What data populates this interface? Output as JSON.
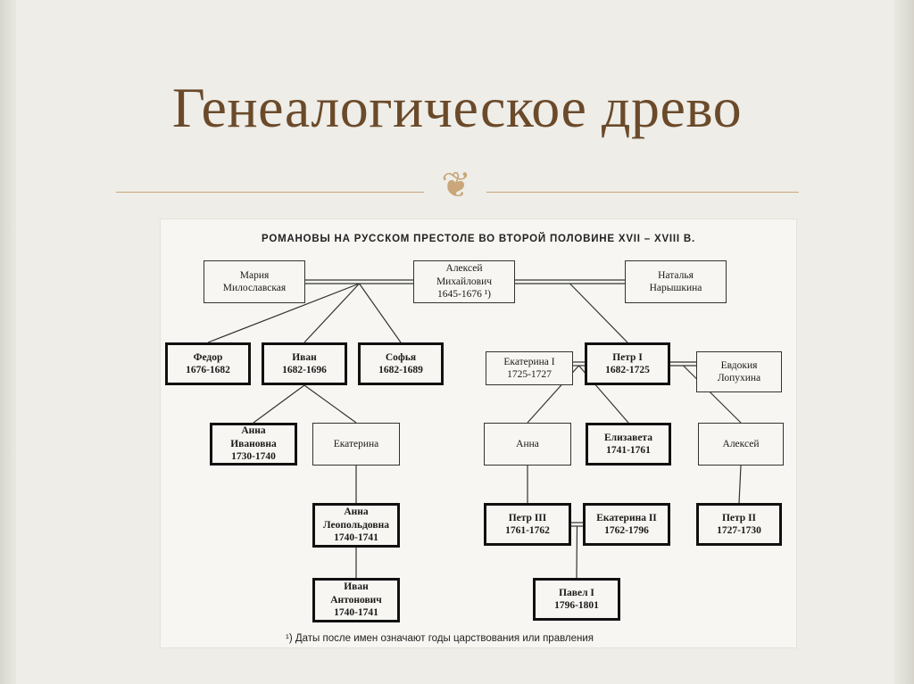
{
  "slide": {
    "title": "Генеалогическое древо",
    "ornament": "❦"
  },
  "figure": {
    "heading": "РОМАНОВЫ НА РУССКОМ ПРЕСТОЛЕ ВО ВТОРОЙ ПОЛОВИНЕ XVII – XVIII В.",
    "footnote": "¹) Даты после имен означают годы царствования или правления"
  },
  "nodes": [
    {
      "id": "maria",
      "lines": [
        "Мария",
        "Милославская"
      ],
      "reigned": false
    },
    {
      "id": "aleksei",
      "lines": [
        "Алексей",
        "Михайлович",
        "1645-1676 ¹)"
      ],
      "reigned": false
    },
    {
      "id": "natalia",
      "lines": [
        "Наталья",
        "Нарышкина"
      ],
      "reigned": false
    },
    {
      "id": "fedor",
      "lines": [
        "Федор",
        "1676-1682"
      ],
      "reigned": true
    },
    {
      "id": "ivan",
      "lines": [
        "Иван",
        "1682-1696"
      ],
      "reigned": true
    },
    {
      "id": "sofia",
      "lines": [
        "Софья",
        "1682-1689"
      ],
      "reigned": true
    },
    {
      "id": "ekaterina1",
      "lines": [
        "Екатерина I",
        "1725-1727"
      ],
      "reigned": false
    },
    {
      "id": "petr1",
      "lines": [
        "Петр I",
        "1682-1725"
      ],
      "reigned": true
    },
    {
      "id": "evdokia",
      "lines": [
        "Евдокия",
        "Лопухина"
      ],
      "reigned": false
    },
    {
      "id": "anna_iv",
      "lines": [
        "Анна",
        "Ивановна",
        "1730-1740"
      ],
      "reigned": true
    },
    {
      "id": "ekaterina_iv",
      "lines": [
        "Екатерина"
      ],
      "reigned": false
    },
    {
      "id": "anna_p",
      "lines": [
        "Анна"
      ],
      "reigned": false
    },
    {
      "id": "elizaveta",
      "lines": [
        "Елизавета",
        "1741-1761"
      ],
      "reigned": true
    },
    {
      "id": "aleksei_p",
      "lines": [
        "Алексей"
      ],
      "reigned": false
    },
    {
      "id": "anna_leop",
      "lines": [
        "Анна",
        "Леопольдовна",
        "1740-1741"
      ],
      "reigned": true
    },
    {
      "id": "petr3",
      "lines": [
        "Петр III",
        "1761-1762"
      ],
      "reigned": true
    },
    {
      "id": "ekaterina2",
      "lines": [
        "Екатерина II",
        "1762-1796"
      ],
      "reigned": true
    },
    {
      "id": "petr2",
      "lines": [
        "Петр II",
        "1727-1730"
      ],
      "reigned": true
    },
    {
      "id": "ivan_ant",
      "lines": [
        "Иван",
        "Антонович",
        "1740-1741"
      ],
      "reigned": true
    },
    {
      "id": "pavel1",
      "lines": [
        "Павел I",
        "1796-1801"
      ],
      "reigned": true
    }
  ],
  "marriages": [
    [
      "maria",
      "aleksei"
    ],
    [
      "aleksei",
      "natalia"
    ],
    [
      "ekaterina1",
      "petr1"
    ],
    [
      "petr1",
      "evdokia"
    ],
    [
      "petr3",
      "ekaterina2"
    ]
  ],
  "descents": [
    [
      "maria_aleksei",
      "fedor"
    ],
    [
      "maria_aleksei",
      "ivan"
    ],
    [
      "maria_aleksei",
      "sofia"
    ],
    [
      "aleksei_natalia",
      "petr1"
    ],
    [
      "ivan",
      "anna_iv"
    ],
    [
      "ivan",
      "ekaterina_iv"
    ],
    [
      "ekaterina_iv",
      "anna_leop"
    ],
    [
      "anna_leop",
      "ivan_ant"
    ],
    [
      "ekaterina1_petr1",
      "anna_p"
    ],
    [
      "ekaterina1_petr1",
      "elizaveta"
    ],
    [
      "petr1_evdokia",
      "aleksei_p"
    ],
    [
      "anna_p",
      "petr3"
    ],
    [
      "aleksei_p",
      "petr2"
    ],
    [
      "petr3_ekaterina2",
      "pavel1"
    ]
  ]
}
